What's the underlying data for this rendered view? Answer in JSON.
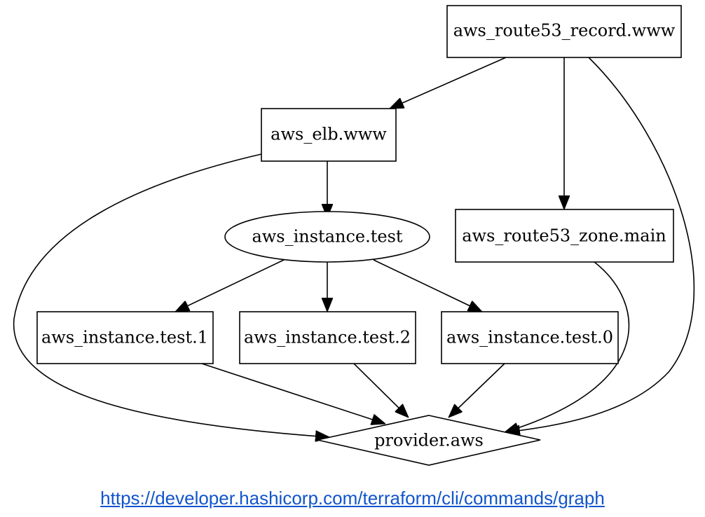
{
  "graph": {
    "nodes": {
      "route53_record": "aws_route53_record.www",
      "elb": "aws_elb.www",
      "instance": "aws_instance.test",
      "zone": "aws_route53_zone.main",
      "test1": "aws_instance.test.1",
      "test2": "aws_instance.test.2",
      "test0": "aws_instance.test.0",
      "provider": "provider.aws"
    },
    "edges": [
      [
        "route53_record",
        "elb"
      ],
      [
        "route53_record",
        "zone"
      ],
      [
        "route53_record",
        "provider"
      ],
      [
        "elb",
        "instance"
      ],
      [
        "elb",
        "provider"
      ],
      [
        "instance",
        "test1"
      ],
      [
        "instance",
        "test2"
      ],
      [
        "instance",
        "test0"
      ],
      [
        "zone",
        "provider"
      ],
      [
        "test1",
        "provider"
      ],
      [
        "test2",
        "provider"
      ],
      [
        "test0",
        "provider"
      ]
    ]
  },
  "footer": {
    "link_text": "https://developer.hashicorp.com/terraform/cli/commands/graph"
  }
}
